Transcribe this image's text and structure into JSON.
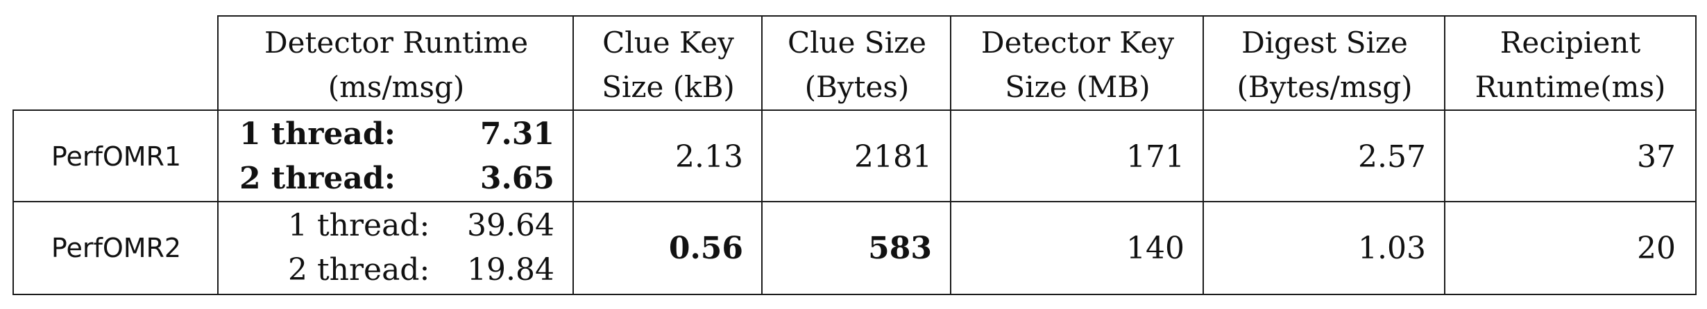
{
  "table": {
    "headers": {
      "detector_runtime": [
        "Detector Runtime",
        "(ms/msg)"
      ],
      "clue_key_size": [
        "Clue Key",
        "Size (kB)"
      ],
      "clue_size": [
        "Clue Size",
        "(Bytes)"
      ],
      "detector_key_size": [
        "Detector Key",
        "Size (MB)"
      ],
      "digest_size": [
        "Digest Size",
        "(Bytes/msg)"
      ],
      "recipient_runtime": [
        "Recipient",
        "Runtime(ms)"
      ]
    },
    "rows": [
      {
        "name": "PerfOMR1",
        "runtime": [
          {
            "label": "1 thread:",
            "value": "7.31"
          },
          {
            "label": "2 thread:",
            "value": "3.65"
          }
        ],
        "clue_key_size": "2.13",
        "clue_size": "2181",
        "detector_key_size": "171",
        "digest_size": "2.57",
        "recipient_runtime": "37"
      },
      {
        "name": "PerfOMR2",
        "runtime": [
          {
            "label": "1 thread:",
            "value": "39.64"
          },
          {
            "label": "2 thread:",
            "value": "19.84"
          }
        ],
        "clue_key_size": "0.56",
        "clue_size": "583",
        "detector_key_size": "140",
        "digest_size": "1.03",
        "recipient_runtime": "20"
      }
    ]
  }
}
